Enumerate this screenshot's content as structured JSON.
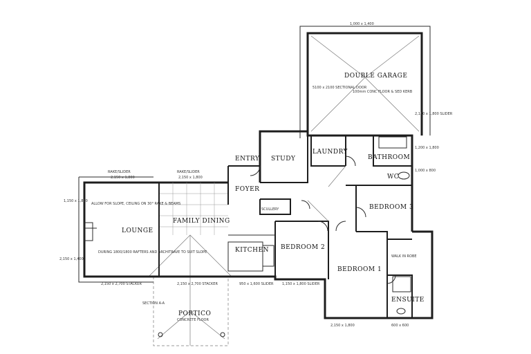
{
  "rooms": {
    "double_garage": "DOUBLE GARAGE",
    "study": "STUDY",
    "entry": "ENTRY",
    "laundry": "LAUNDRY",
    "bathroom": "BATHROOM",
    "foyer": "FOYER",
    "lounge": "LOUNGE",
    "family_dining": "FAMILY DINING",
    "kitchen": "KITCHEN",
    "bedroom2": "BEDROOM 2",
    "bedroom3": "BEDROOM 3",
    "bedroom1": "BEDROOM 1",
    "walk_in_robe": "WALK IN ROBE",
    "ensuite": "ENSUITE",
    "sculllery": "SCULLERY",
    "wc": "WC",
    "portico": "PORTICO",
    "portico_sub": "CONCRETE FLOOR"
  },
  "notes": {
    "garage_floor": "100mm CONC FLOOR & SED KERB",
    "garage_door": "5100 x 2100 SECTIONAL DOOR",
    "lounge_note": "ALLOW FOR SLOPE, CEILING ON 30° RAKE & BEAMS",
    "lounge_note2": "DURING 1800/1800 RAFTERS AND ARCHITRAVE TO SUIT SLOPE",
    "section": "SECTION A-A",
    "rakeside_1": "RAKE/SLIDER",
    "rakeside_2": "RAKE/SLIDER"
  },
  "dimensions": {
    "garage_top": "1,000 x 1,400",
    "lounge_top": "2,150 x 1,800",
    "family_top": "2,150 x 1,800",
    "lounge_left": "1,150 x 1,800",
    "lounge_left2": "2,150 x 1,400",
    "lounge_bottom": "2,150 x 2,700 STACKER",
    "family_bottom": "2,150 x 2,700 STACKER",
    "kitchen_bottom": "950 x 1,600 SLIDER",
    "bed2_bottom": "1,150 x 1,800 SLIDER",
    "bed1_bottom": "2,150 x 1,800",
    "ensuite_bottom": "600 x 600",
    "right_1": "2,150 x 1,800 SLIDER",
    "right_2": "1,200 x 1,800",
    "right_3": "1,000 x 800"
  }
}
